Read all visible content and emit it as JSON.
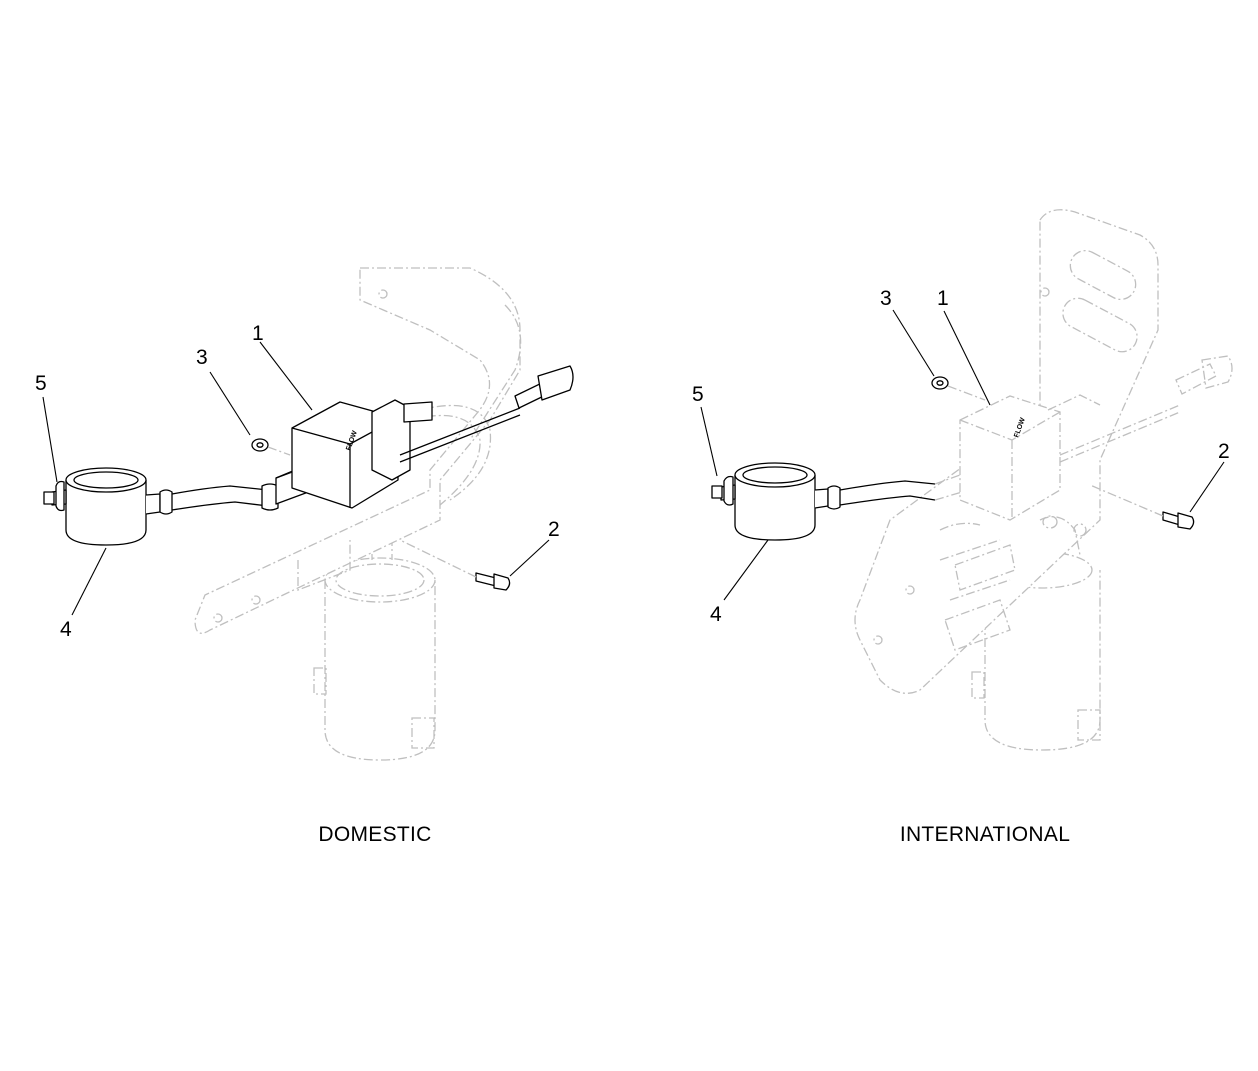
{
  "views": [
    {
      "id": "domestic",
      "caption": "DOMESTIC",
      "flow_label": "FLOW",
      "callouts": [
        "1",
        "2",
        "3",
        "4",
        "5"
      ]
    },
    {
      "id": "international",
      "caption": "INTERNATIONAL",
      "flow_label": "FLOW",
      "callouts": [
        "1",
        "2",
        "3",
        "4",
        "5"
      ]
    }
  ]
}
